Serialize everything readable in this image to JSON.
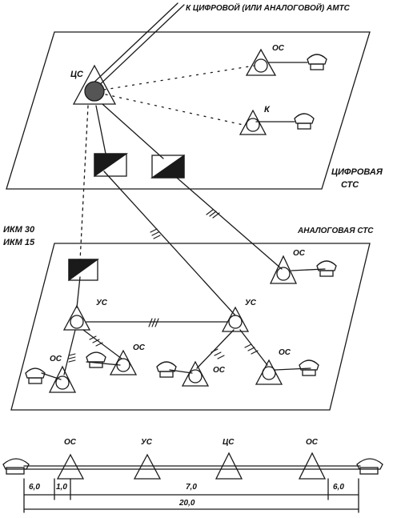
{
  "labels": {
    "top_link": "К ЦИФРОВОЙ (ИЛИ АНАЛОГОВОЙ) АМТС",
    "digital_cs": "ЦС",
    "digital_os": "ОС",
    "digital_k": "К",
    "digital_plane_1": "ЦИФРОВАЯ",
    "digital_plane_2": "СТС",
    "ikm30": "ИКМ 30",
    "ikm15": "ИКМ 15",
    "analog_plane": "АНАЛОГОВАЯ СТС",
    "analog_os_right": "ОС",
    "us_left": "УС",
    "us_right": "УС",
    "os_left": "ОС",
    "os_mid_left": "ОС",
    "os_mid_right": "ОС",
    "os_right": "ОС"
  },
  "bottom_chain": {
    "nodes": [
      "ОС",
      "УС",
      "ЦС",
      "ОС"
    ],
    "dims": [
      "6,0",
      "1,0",
      "7,0",
      "6,0"
    ],
    "total": "20,0"
  },
  "colors": {
    "ink": "#1a1a1a",
    "paper": "#ffffff"
  }
}
